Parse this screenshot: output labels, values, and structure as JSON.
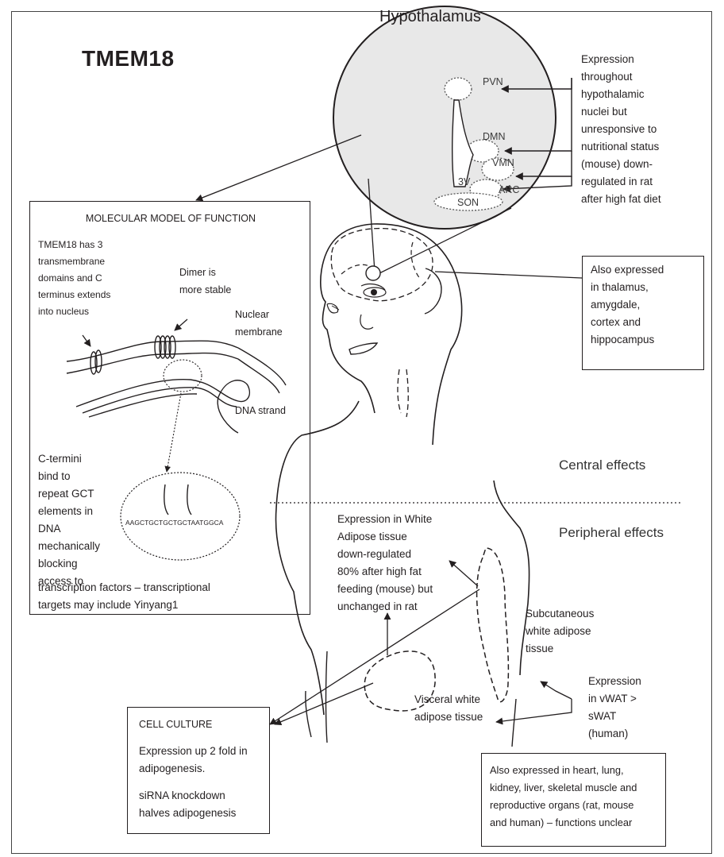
{
  "title": "TMEM18",
  "hypothalamus": {
    "title": "Hypothalamus",
    "regions": [
      "PVN",
      "DMN",
      "VMN",
      "3V",
      "ARC",
      "SON"
    ],
    "expression_note": "Expression\nthroughout\nhypothalamic\nnuclei  but\nunresponsive to\nnutritional status\n(mouse) down-\nregulated in rat\nafter high fat diet"
  },
  "brain_note": "Also expressed\nin thalamus,\namygdale,\ncortex and\nhippocampus",
  "molecular_model": {
    "heading": "MOLECULAR MODEL OF FUNCTION",
    "domains_text": "TMEM18 has 3\ntransmembrane\ndomains and C\nterminus extends\ninto nucleus",
    "dimer_text": "Dimer is\nmore stable",
    "membrane_label": "Nuclear\nmembrane",
    "dna_label": "DNA strand",
    "sequence": "AAGCTGCTGCTGCTAATGGCA",
    "binding_text": "C-termini\nbind to\nrepeat GCT\nelements in\nDNA\nmechanically\nblocking\naccess to",
    "targets_text": "transcription factors – transcriptional\ntargets may include Yinyang1"
  },
  "central_label": "Central effects",
  "peripheral_label": "Peripheral effects",
  "wat_expression_note": "Expression in White\nAdipose tissue\ndown-regulated\n80% after high fat\nfeeding (mouse) but\nunchanged in rat",
  "subcutaneous_label": "Subcutaneous\nwhite adipose\ntissue",
  "visceral_label": "Visceral white\nadipose tissue",
  "vwat_note": "Expression\nin vWAT >\nsWAT\n(human)",
  "cell_culture": {
    "heading": "CELL CULTURE",
    "line1": "Expression up 2 fold in\nadipogenesis.",
    "line2": "siRNA knockdown\nhalves adipogenesis"
  },
  "other_organs_note": "Also expressed in heart, lung,\nkidney, liver, skeletal muscle and\nreproductive organs (rat, mouse\nand human) – functions unclear"
}
